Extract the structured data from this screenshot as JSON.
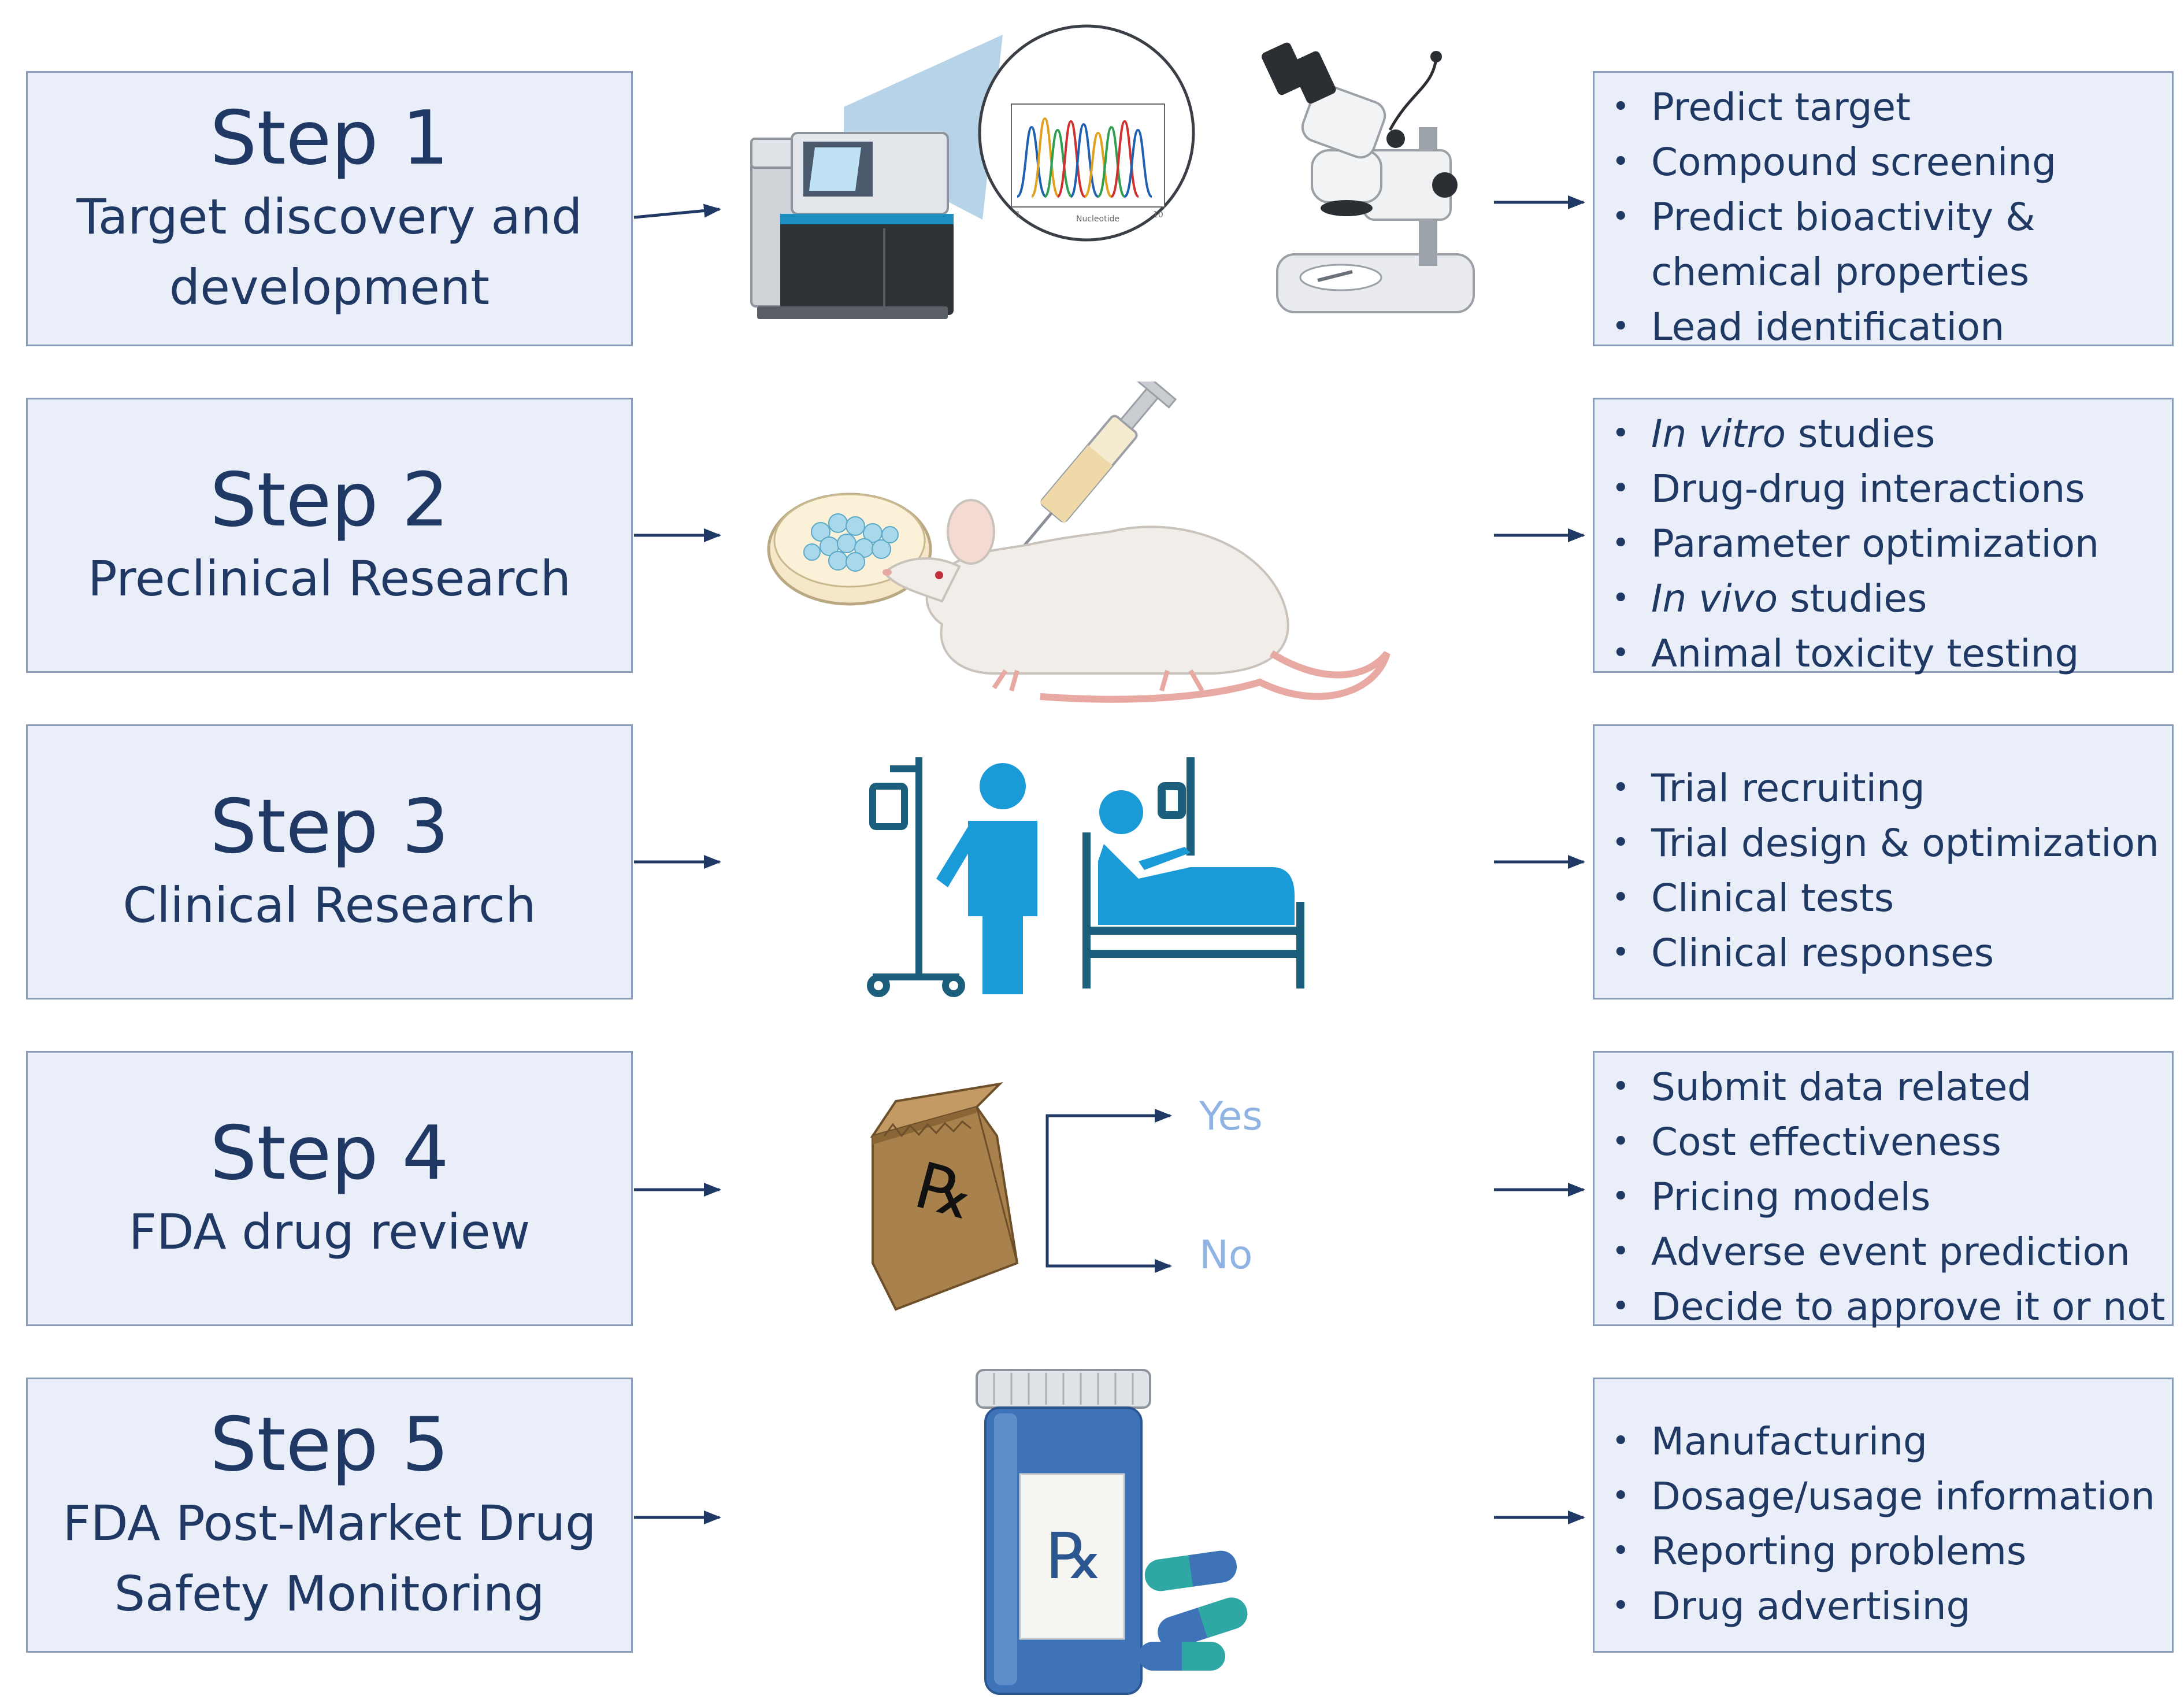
{
  "steps": [
    {
      "title": "Step 1",
      "subtitle": "Target discovery and\ndevelopment",
      "items": [
        {
          "em": "",
          "text": "Predict target"
        },
        {
          "em": "",
          "text": "Compound screening"
        },
        {
          "em": "",
          "text": "Predict bioactivity &"
        },
        {
          "em": "",
          "text": "chemical properties",
          "nobullet": true
        },
        {
          "em": "",
          "text": "Lead identification"
        }
      ]
    },
    {
      "title": "Step 2",
      "subtitle": "Preclinical Research",
      "items": [
        {
          "em": "In vitro",
          "text": " studies"
        },
        {
          "em": "",
          "text": "Drug-drug interactions"
        },
        {
          "em": "",
          "text": "Parameter optimization"
        },
        {
          "em": "In vivo",
          "text": " studies"
        },
        {
          "em": "",
          "text": "Animal toxicity testing"
        }
      ]
    },
    {
      "title": "Step 3",
      "subtitle": "Clinical Research",
      "items": [
        {
          "em": "",
          "text": "Trial recruiting"
        },
        {
          "em": "",
          "text": "Trial design & optimization"
        },
        {
          "em": "",
          "text": "Clinical tests"
        },
        {
          "em": "",
          "text": "Clinical responses"
        }
      ]
    },
    {
      "title": "Step 4",
      "subtitle": "FDA drug review",
      "items": [
        {
          "em": "",
          "text": "Submit data related"
        },
        {
          "em": "",
          "text": "Cost effectiveness"
        },
        {
          "em": "",
          "text": "Pricing models"
        },
        {
          "em": "",
          "text": "Adverse event prediction"
        },
        {
          "em": "",
          "text": "Decide to approve it or not"
        }
      ]
    },
    {
      "title": "Step 5",
      "subtitle": "FDA Post-Market Drug\nSafety Monitoring",
      "items": [
        {
          "em": "",
          "text": "Manufacturing"
        },
        {
          "em": "",
          "text": "Dosage/usage information"
        },
        {
          "em": "",
          "text": "Reporting problems"
        },
        {
          "em": "",
          "text": "Drug advertising"
        }
      ]
    }
  ],
  "review": {
    "yes": "Yes",
    "no": "No"
  },
  "graph_axis_label": "Nucleotide",
  "graph_tick_1": "1",
  "graph_tick_10": "10",
  "rx_symbol": "℞",
  "colors": {
    "box_fill": "#e9eef8",
    "box_border": "#8a9bb8",
    "text": "#1f3864",
    "arrow": "#1f3864",
    "yes_no": "#8fb4e3",
    "icon_blue": "#1a9ad6",
    "icon_dark": "#1b5f7c"
  }
}
